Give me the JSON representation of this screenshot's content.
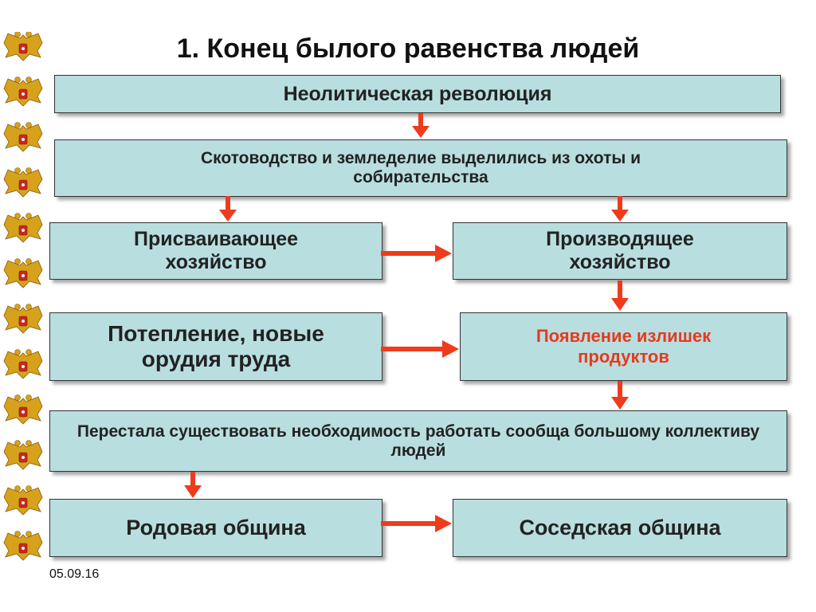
{
  "title": "1. Конец былого равенства людей",
  "colors": {
    "box_fill": "#b9dedf",
    "arrow": "#ee3b1c",
    "highlight_text": "#e53a1d"
  },
  "boxes": {
    "neolithic": "Неолитическая революция",
    "separation": "Скотоводство и земледелие выделились из охоты и собирательства",
    "appropriating": "Присваивающее хозяйство",
    "producing": "Производящее хозяйство",
    "warming": "Потепление, новые орудия труда",
    "surplus": "Появление излишек продуктов",
    "no_need": "Перестала существовать необходимость работать сообща большому коллективу людей",
    "clan_community": "Родовая община",
    "neighbor_community": "Соседская община"
  },
  "footer": {
    "date": "05.09.16"
  }
}
